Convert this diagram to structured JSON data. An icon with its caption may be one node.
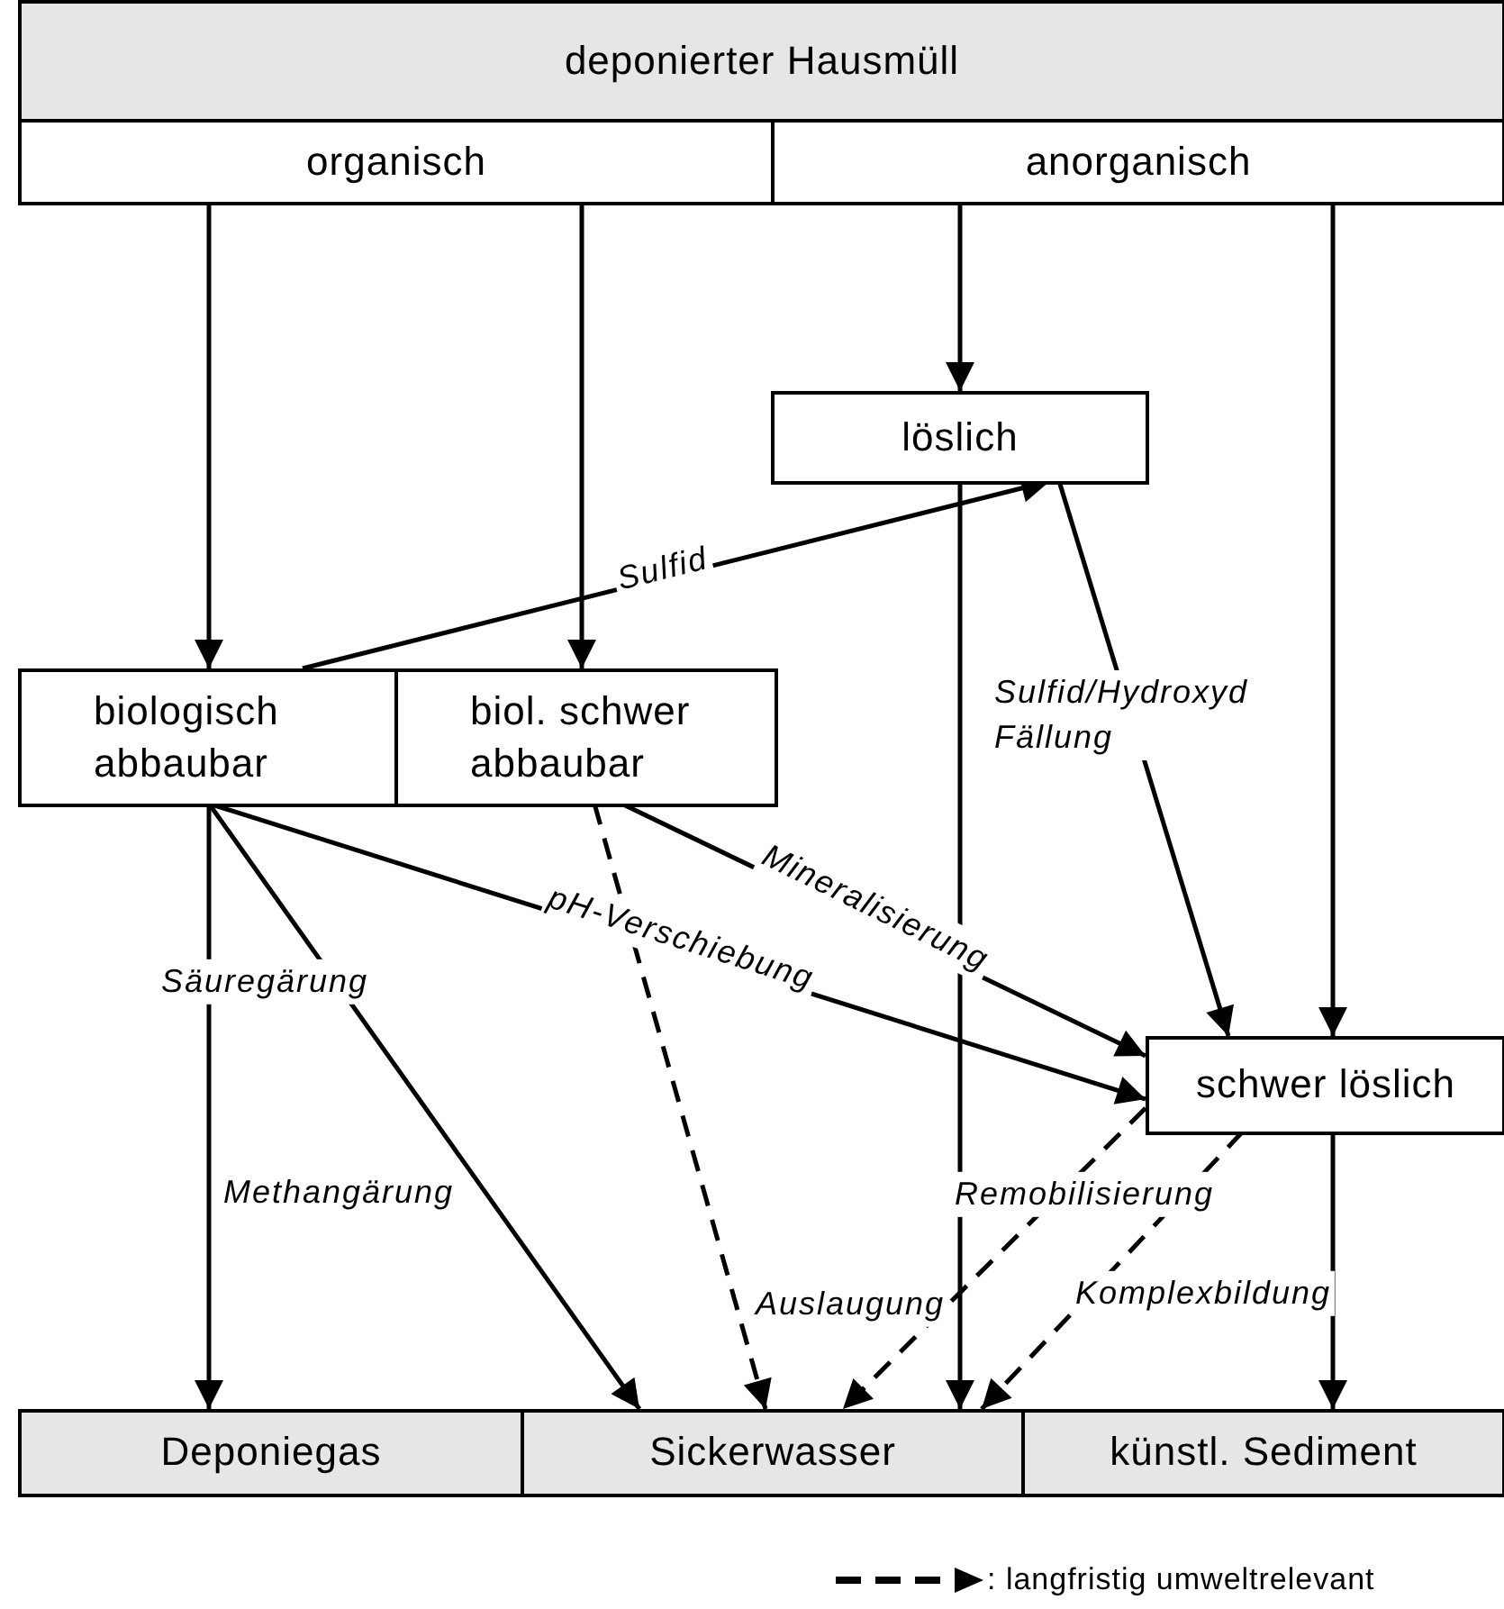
{
  "diagram": {
    "nodes": [
      {
        "text": [
          "deponierter Hausmüll"
        ]
      },
      {
        "text": [
          "organisch"
        ]
      },
      {
        "text": [
          "anorganisch"
        ]
      },
      {
        "text": [
          "löslich"
        ]
      },
      {
        "text": [
          "biologisch abbaubar"
        ]
      },
      {
        "text": [
          "biol. schwer abbaubar"
        ]
      },
      {
        "text": [
          "schwer löslich"
        ]
      },
      {
        "text": [
          "Deponiegas"
        ]
      },
      {
        "text": [
          "Sickerwasser"
        ]
      },
      {
        "text": [
          "künstl. Sediment"
        ]
      }
    ],
    "edges": [
      {
        "from": 1,
        "to": 4,
        "arrow": "to"
      },
      {
        "from": 1,
        "to": 5,
        "arrow": "to"
      },
      {
        "from": 2,
        "to": 3,
        "arrow": "to"
      },
      {
        "from": 2,
        "to": 6,
        "arrow": "to"
      },
      {
        "from": 4,
        "to": 3,
        "arrow": "to",
        "label": "Sulfid"
      },
      {
        "from": 3,
        "to": 6,
        "arrow": "to",
        "label": "Sulfid/Hydroxyd Fällung"
      },
      {
        "from": 3,
        "to": 8,
        "arrow": "to"
      },
      {
        "from": 4,
        "to": 7,
        "arrow": "to",
        "label": "Säuregärung"
      },
      {
        "from": 4,
        "to": 8,
        "arrow": "to",
        "label": "Methangärung"
      },
      {
        "from": 4,
        "to": 6,
        "arrow": "to",
        "label": "pH-Verschiebung"
      },
      {
        "from": 5,
        "to": 6,
        "arrow": "to",
        "label": "Mineralisierung"
      },
      {
        "from": 5,
        "to": 8,
        "arrow": "to",
        "label": "Auslaugung",
        "style": "dashed"
      },
      {
        "from": 6,
        "to": 8,
        "arrow": "to",
        "label": "Remobilisierung",
        "style": "dashed"
      },
      {
        "from": 6,
        "to": 8,
        "arrow": "to",
        "label": "Komplexbildung",
        "style": "dashed"
      },
      {
        "from": 6,
        "to": 9,
        "arrow": "to"
      }
    ],
    "legend": [
      {
        "text": ": langfristig umweltrelevant"
      }
    ]
  }
}
